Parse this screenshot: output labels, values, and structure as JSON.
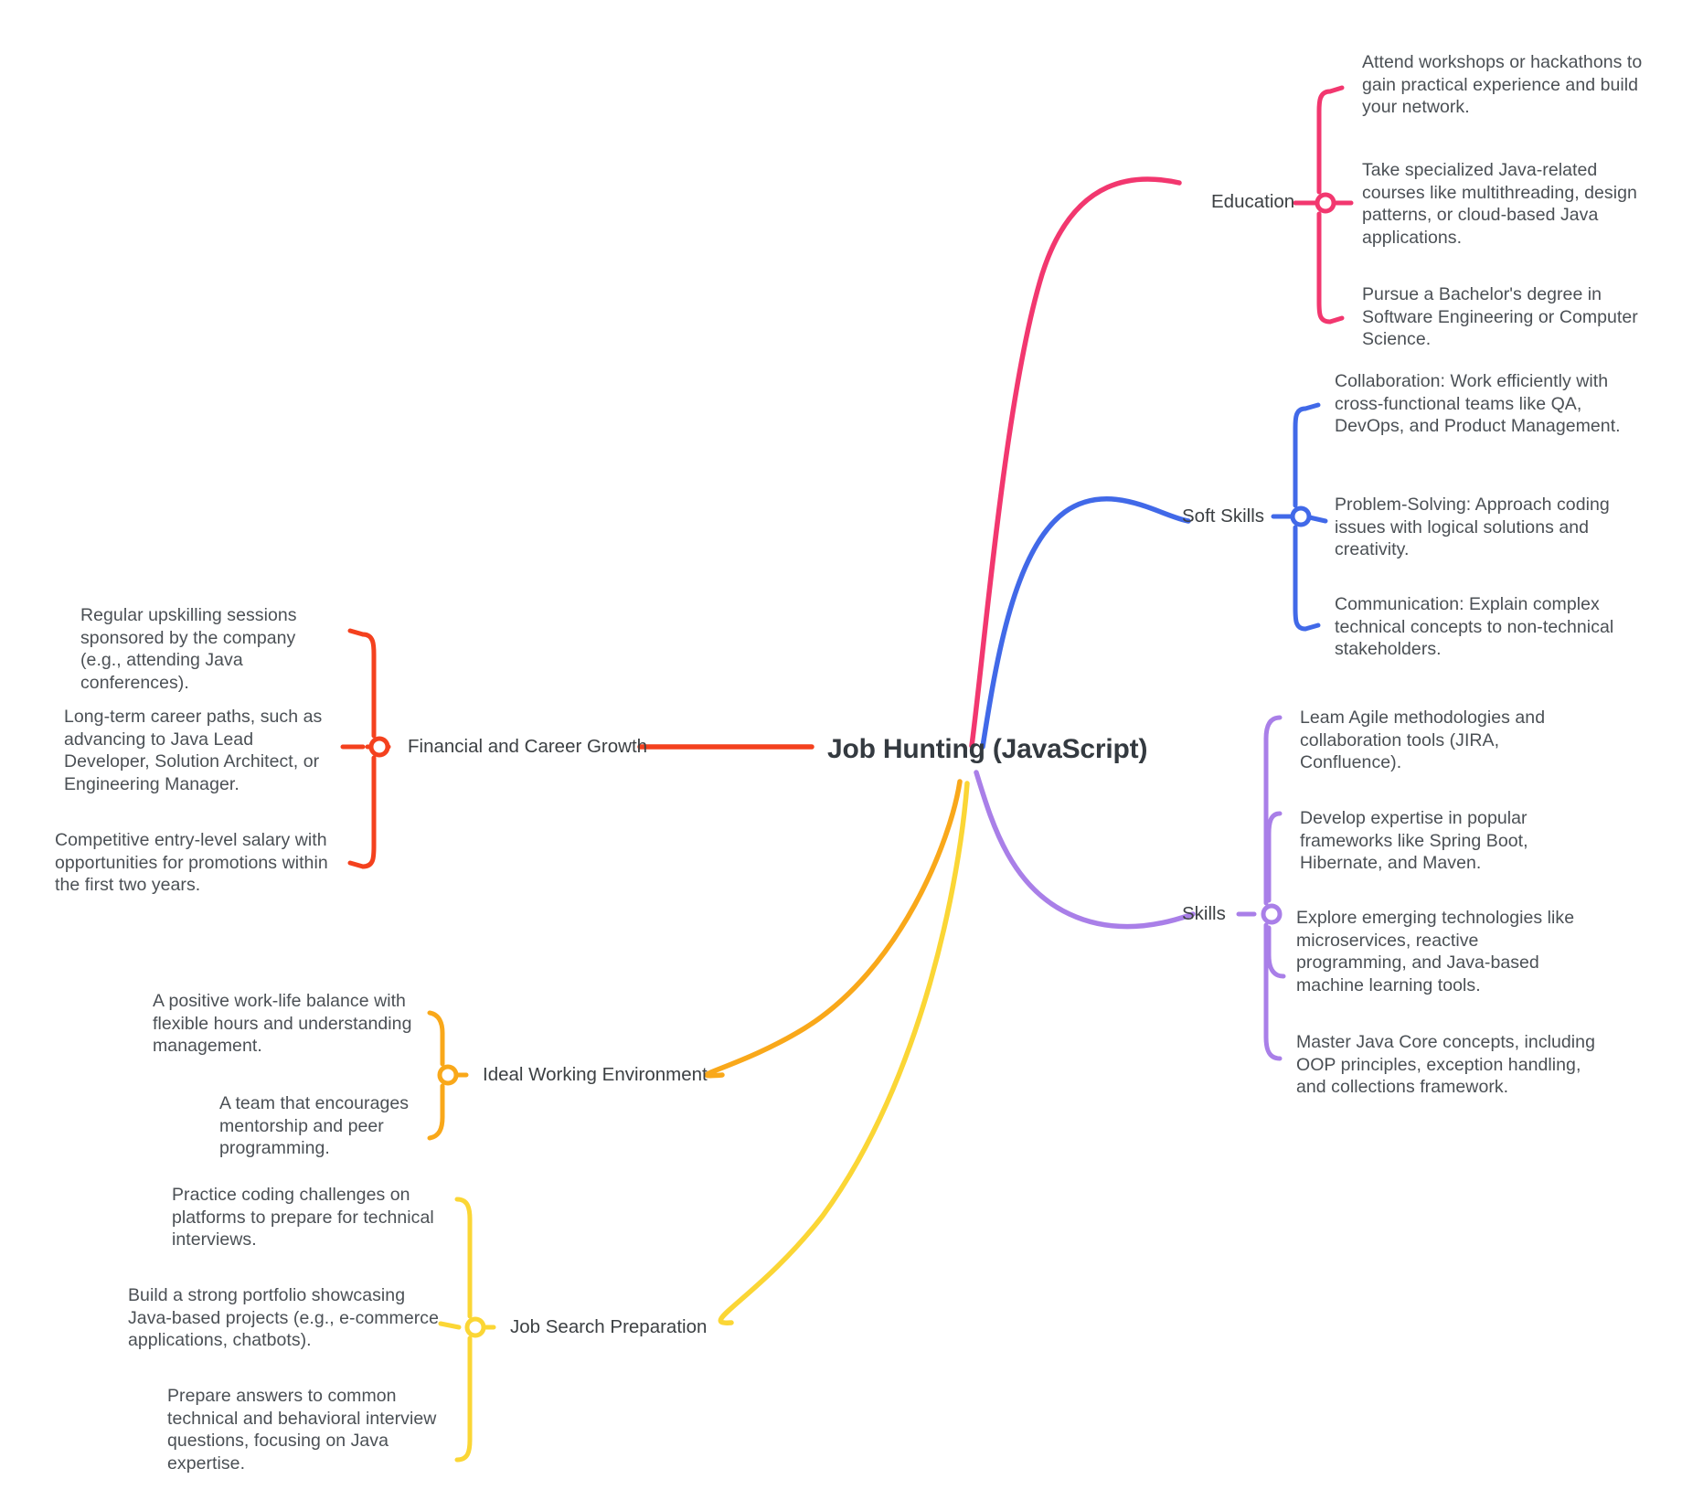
{
  "center": {
    "title": "Job Hunting (JavaScript)"
  },
  "colors": {
    "education": "#f2376f",
    "soft_skills": "#4169e8",
    "skills": "#a97fe8",
    "financial": "#f4411e",
    "ideal_env": "#f9a81a",
    "job_search": "#fbd635",
    "text": "#4b5055",
    "node_text": "#3c4043",
    "title_text": "#343a40",
    "background": "#ffffff"
  },
  "branches": [
    {
      "id": "education",
      "label": "Education",
      "color": "#f2376f",
      "side": "right",
      "leaves": [
        "Attend workshops or hackathons to gain practical experience and build your network.",
        "Take specialized Java-related courses like multithreading, design patterns, or cloud-based Java applications.",
        "Pursue a Bachelor's degree in Software Engineering or Computer Science."
      ]
    },
    {
      "id": "soft_skills",
      "label": "Soft Skills",
      "color": "#4169e8",
      "side": "right",
      "leaves": [
        "Collaboration: Work efficiently with cross-functional teams like QA, DevOps, and Product Management.",
        "Problem-Solving: Approach coding issues with logical solutions and creativity.",
        "Communication: Explain complex technical concepts to non-technical stakeholders."
      ]
    },
    {
      "id": "skills",
      "label": "Skills",
      "color": "#a97fe8",
      "side": "right",
      "leaves": [
        "Leam Agile methodologies and collaboration tools (JIRA, Confluence).",
        "Develop expertise in popular frameworks like Spring Boot, Hibernate, and Maven.",
        "Explore emerging technologies like microservices, reactive programming, and Java-based machine learning tools.",
        "Master Java Core concepts, including OOP principles, exception handling, and collections framework."
      ]
    },
    {
      "id": "financial",
      "label": "Financial and Career Growth",
      "color": "#f4411e",
      "side": "left",
      "leaves": [
        "Regular upskilling sessions sponsored by the company (e.g., attending Java conferences).",
        "Long-term career paths, such as advancing to Java Lead Developer, Solution Architect, or Engineering Manager.",
        "Competitive entry-level salary with opportunities for promotions within the first two years."
      ]
    },
    {
      "id": "ideal_env",
      "label": "Ideal Working Environment",
      "color": "#f9a81a",
      "side": "left",
      "leaves": [
        "A positive work-life balance with flexible hours and understanding management.",
        "A team that encourages mentorship and peer programming."
      ]
    },
    {
      "id": "job_search",
      "label": "Job Search Preparation",
      "color": "#fbd635",
      "side": "left",
      "leaves": [
        "Practice coding challenges on platforms to prepare for technical interviews.",
        "Build a strong portfolio showcasing Java-based projects (e.g., e-commerce applications, chatbots).",
        "Prepare answers to common technical and behavioral interview questions, focusing on Java expertise."
      ]
    }
  ]
}
